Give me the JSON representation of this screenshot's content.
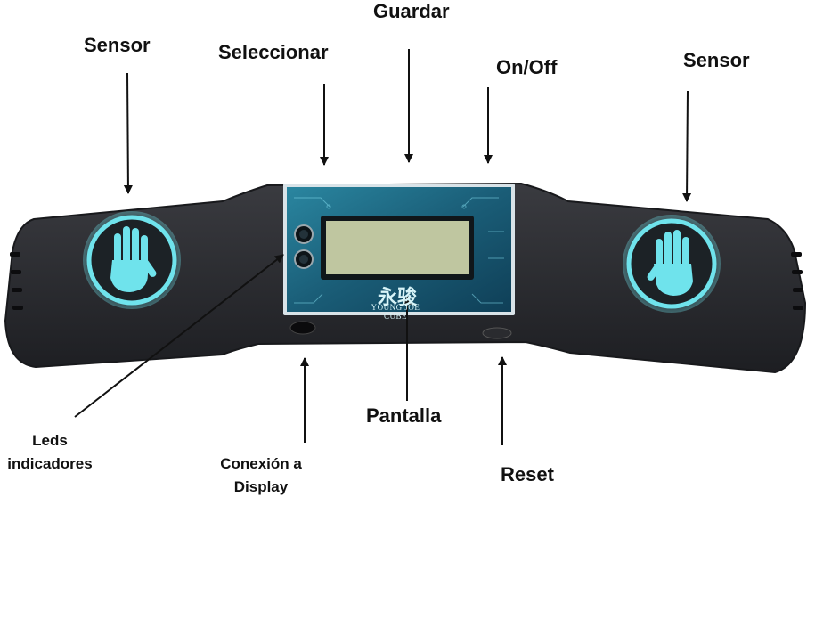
{
  "labels": {
    "sensor_left": "Sensor",
    "seleccionar": "Seleccionar",
    "guardar": "Guardar",
    "on_off": "On/Off",
    "sensor_right": "Sensor",
    "leds_line1": "Leds",
    "leds_line2": "indicadores",
    "conexion_line1": "Conexión a",
    "conexion_line2": "Display",
    "pantalla": "Pantalla",
    "reset": "Reset"
  },
  "device": {
    "brand": "YOUNG JOE CUBE",
    "brand_glyph": "永骏"
  },
  "colors": {
    "body": "#2b2c30",
    "accent": "#6fe3ec",
    "lcd": "#bfc6a0",
    "panel": "#1f6c84"
  },
  "icons": [
    "hand-icon",
    "hand-icon"
  ]
}
